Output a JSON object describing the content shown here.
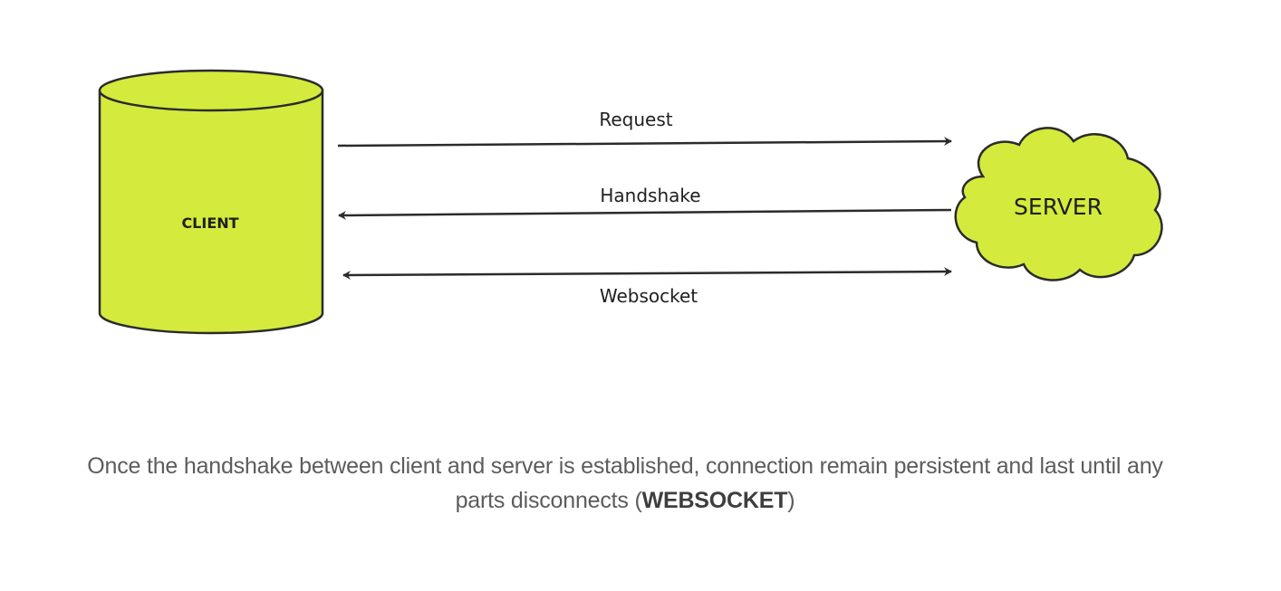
{
  "diagram": {
    "client_label": "CLIENT",
    "server_label": "SERVER",
    "arrows": {
      "request": "Request",
      "handshake": "Handshake",
      "websocket": "Websocket"
    },
    "colors": {
      "node_fill": "#d4ea3d",
      "stroke": "#2b2b2b"
    }
  },
  "caption": {
    "line1": "Once the handshake between client and server is established, connection remain persistent and last until any",
    "line2_prefix": "parts disconnects (",
    "line2_bold": "WEBSOCKET",
    "line2_suffix": ")"
  }
}
